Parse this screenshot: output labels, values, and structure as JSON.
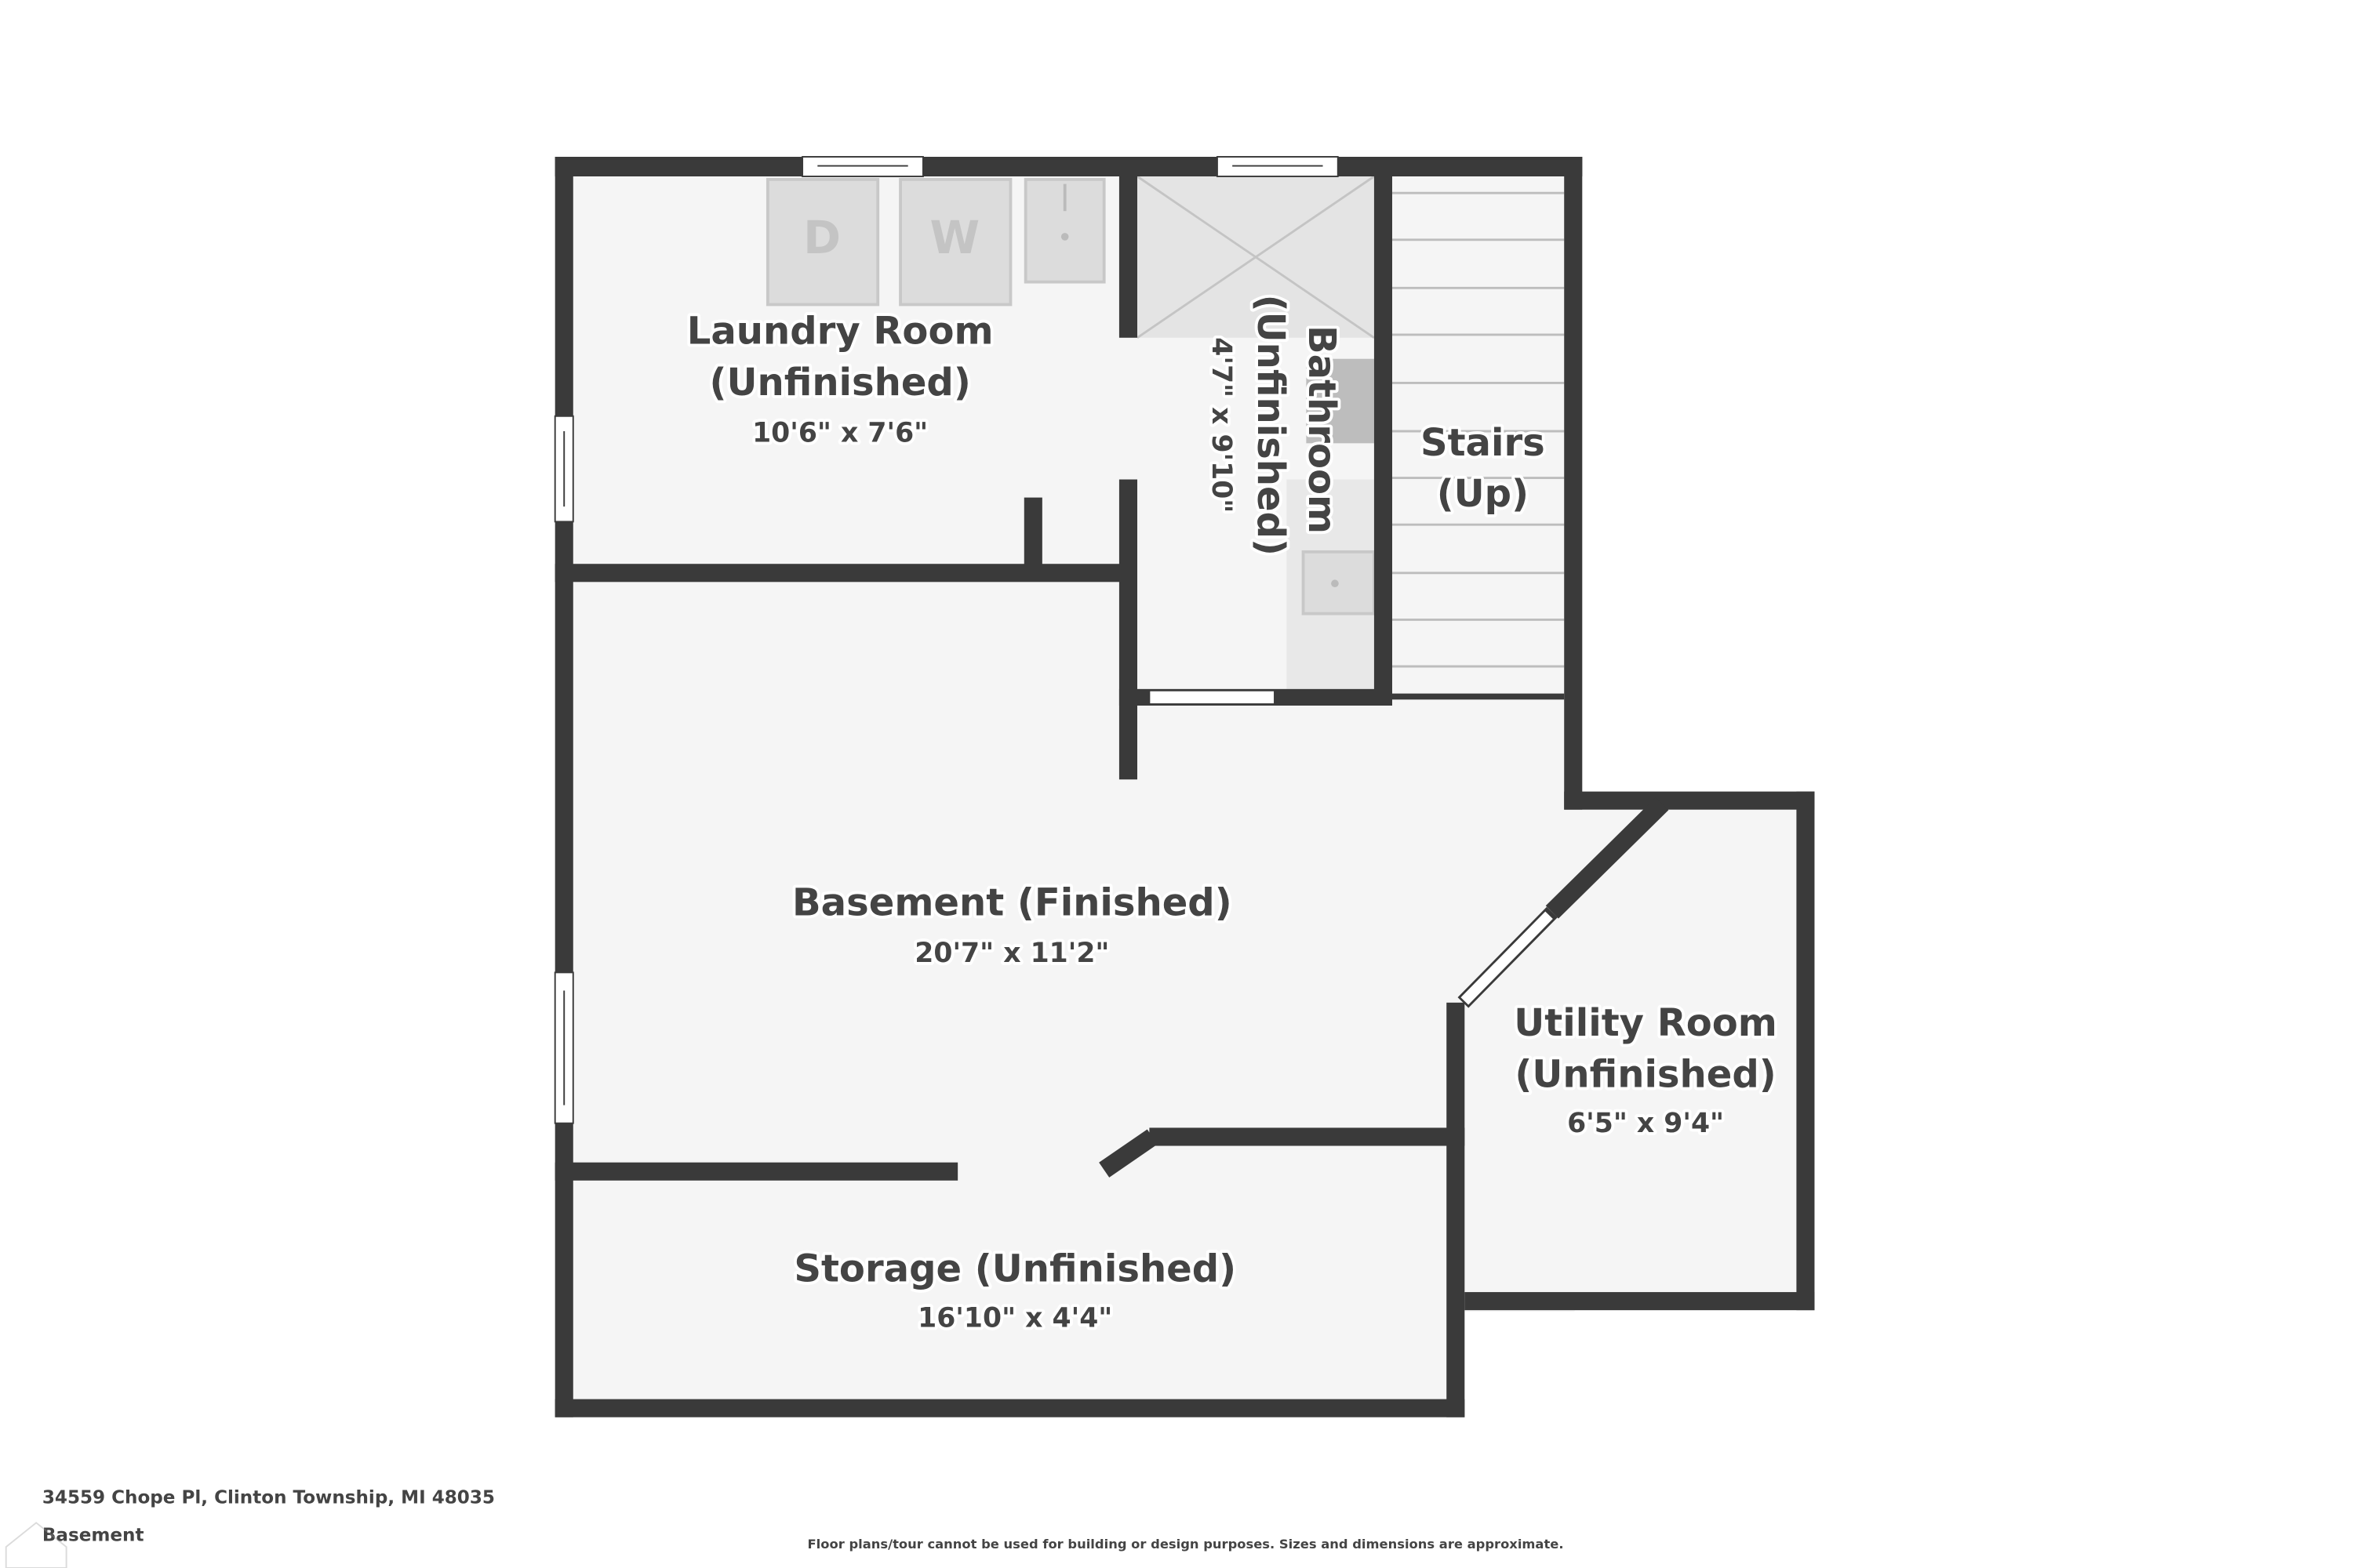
{
  "rooms": {
    "laundry": {
      "name": "Laundry Room",
      "status": "(Unfinished)",
      "dims": "10'6\" x 7'6\""
    },
    "bathroom": {
      "name": "Bathroom",
      "status": "(Unfinished)",
      "dims": "4'7\" x 9'10\""
    },
    "stairs": {
      "name": "Stairs",
      "status": "(Up)"
    },
    "basement": {
      "name": "Basement (Finished)",
      "dims": "20'7\" x 11'2\""
    },
    "utility": {
      "name": "Utility Room",
      "status": "(Unfinished)",
      "dims": "6'5\" x 9'4\""
    },
    "storage": {
      "name": "Storage (Unfinished)",
      "dims": "16'10\" x 4'4\""
    }
  },
  "appliances": {
    "dryer": "D",
    "washer": "W"
  },
  "footer": {
    "address": "34559 Chope Pl, Clinton Township, MI 48035",
    "floor": "Basement",
    "disclaimer": "Floor plans/tour cannot be used for building or design purposes. Sizes and dimensions are approximate."
  }
}
